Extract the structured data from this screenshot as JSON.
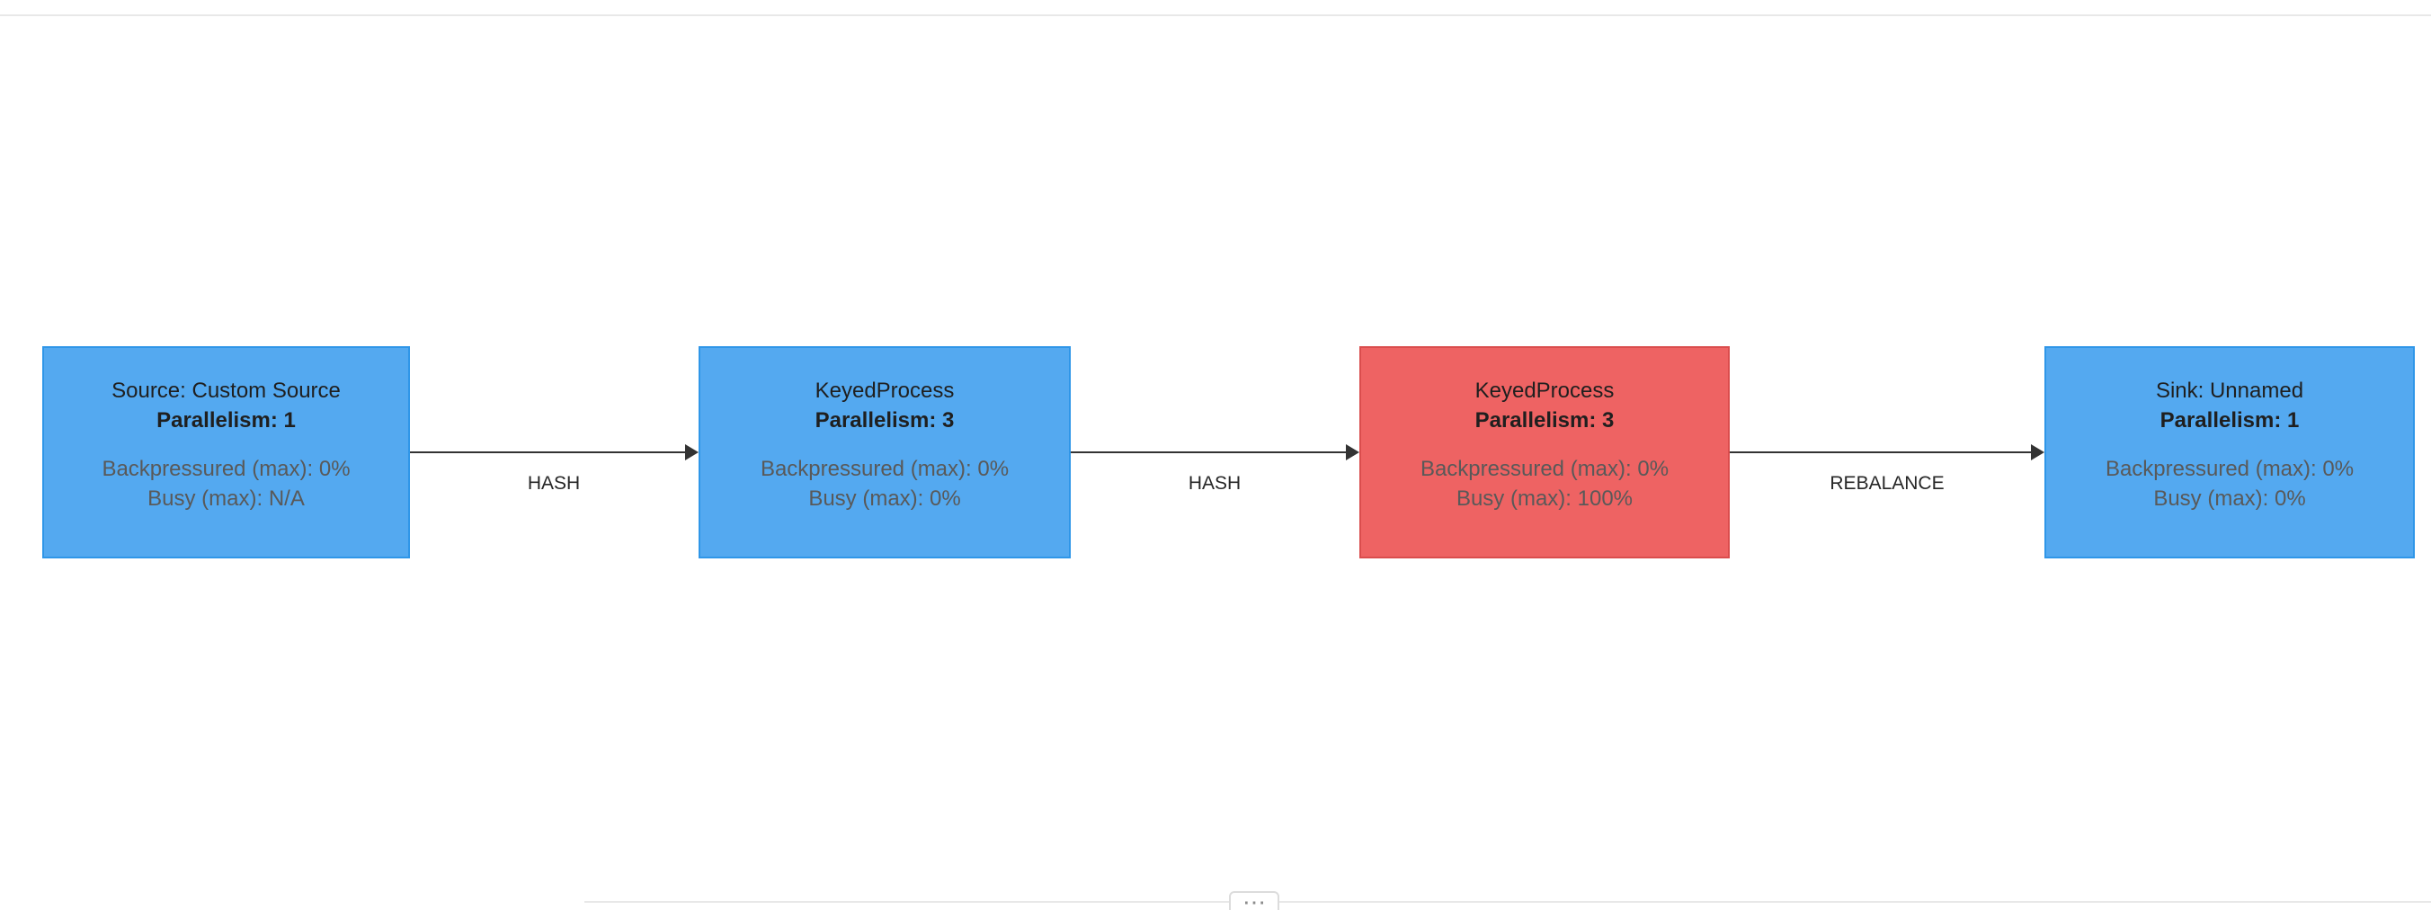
{
  "graph": {
    "nodes": [
      {
        "title": "Source: Custom Source",
        "parallelism": "Parallelism: 1",
        "backpressured": "Backpressured (max): 0%",
        "busy": "Busy (max): N/A",
        "state": "normal"
      },
      {
        "title": "KeyedProcess",
        "parallelism": "Parallelism: 3",
        "backpressured": "Backpressured (max): 0%",
        "busy": "Busy (max): 0%",
        "state": "normal"
      },
      {
        "title": "KeyedProcess",
        "parallelism": "Parallelism: 3",
        "backpressured": "Backpressured (max): 0%",
        "busy": "Busy (max): 100%",
        "state": "busy"
      },
      {
        "title": "Sink: Unnamed",
        "parallelism": "Parallelism: 1",
        "backpressured": "Backpressured (max): 0%",
        "busy": "Busy (max): 0%",
        "state": "normal"
      }
    ],
    "edges": [
      {
        "label": "HASH"
      },
      {
        "label": "HASH"
      },
      {
        "label": "REBALANCE"
      }
    ]
  },
  "colors": {
    "node_fill_normal": "#54a9f0",
    "node_border_normal": "#2f96e8",
    "node_fill_busy": "#ee6363",
    "node_border_busy": "#da4d4d",
    "edge_stroke": "#333333",
    "title_text": "#1f1f1f",
    "metric_text": "#595959",
    "divider": "#e8e8e8"
  },
  "resize_handle": {
    "label": "⋯"
  }
}
